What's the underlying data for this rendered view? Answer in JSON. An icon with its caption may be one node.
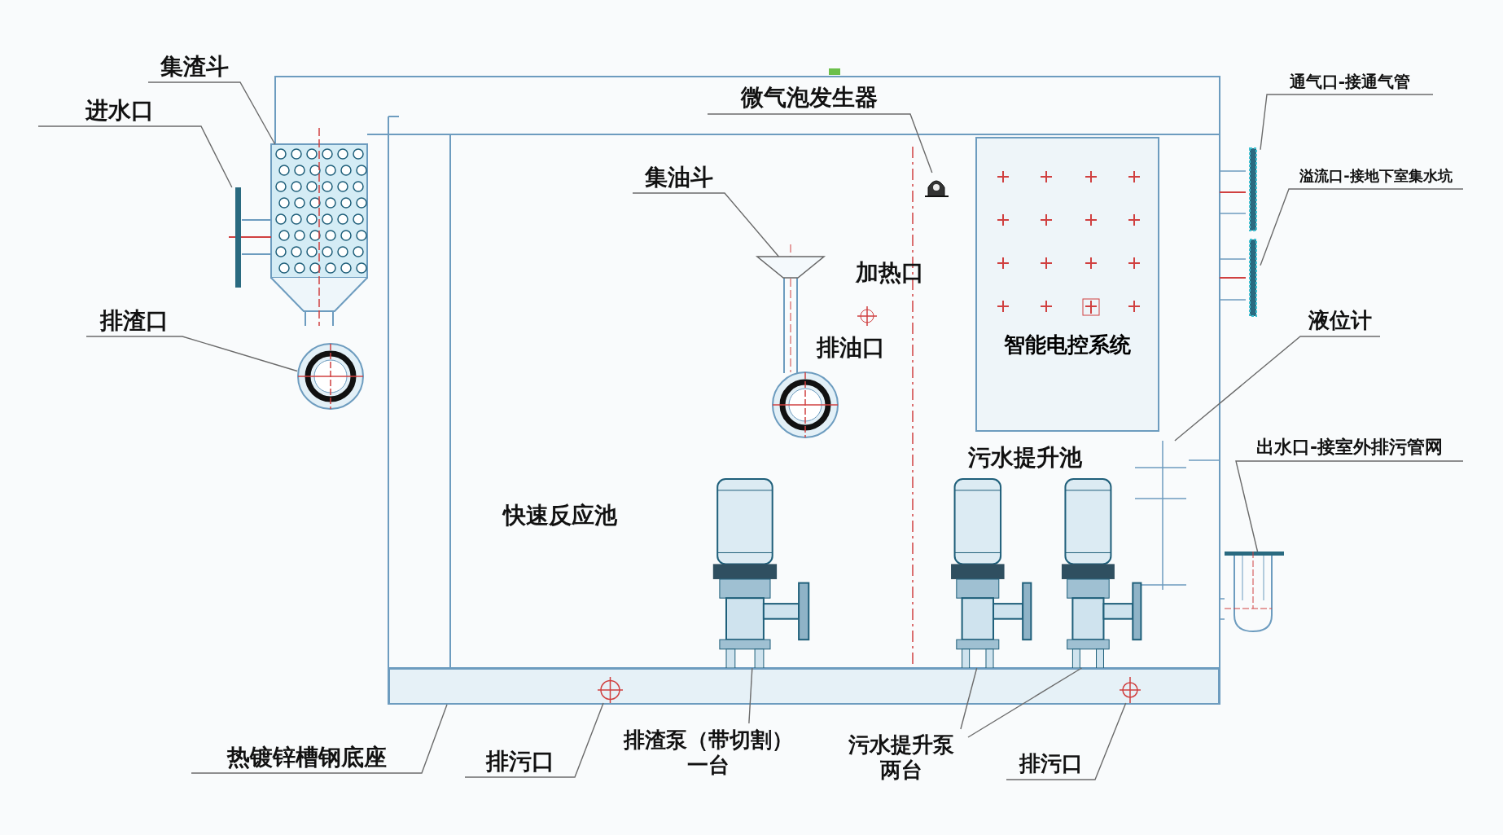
{
  "diagram": {
    "nodes": [
      {
        "text": [
          "集渣斗"
        ]
      },
      {
        "text": [],
        "shape": "picture"
      },
      {
        "text": [
          "进水口"
        ]
      },
      {
        "text": [],
        "shape": "picture"
      },
      {
        "text": [
          "微气泡发生器"
        ]
      },
      {
        "text": [],
        "shape": "picture"
      },
      {
        "text": [
          "通气口-接通气管"
        ]
      },
      {
        "text": [],
        "shape": "bar"
      },
      {
        "text": [
          "集油斗"
        ]
      },
      {
        "text": [],
        "shape": "picture"
      },
      {
        "text": [
          "溢流口-接地下室集水坑"
        ]
      },
      {
        "text": [],
        "shape": "bar"
      },
      {
        "text": [
          "排渣口"
        ]
      },
      {
        "text": [],
        "shape": "picture"
      },
      {
        "text": [
          "智能电控系统"
        ]
      },
      {
        "text": [
          "液位计"
        ]
      },
      {
        "text": [],
        "shape": "picture"
      },
      {
        "text": [
          "出水口-接室外排污管网"
        ]
      },
      {
        "text": [],
        "shape": "picture"
      },
      {
        "text": [],
        "shape": "picture"
      },
      {
        "text": [],
        "shape": "picture"
      },
      {
        "text": [],
        "shape": "picture"
      },
      {
        "text": [],
        "shape": "box"
      },
      {
        "text": [],
        "shape": "circle",
        "in": 22
      },
      {
        "text": [],
        "shape": "circle",
        "in": 22
      },
      {
        "text": [
          "热镀锌槽钢底座"
        ]
      },
      {
        "text": [
          "排污口"
        ]
      },
      {
        "text": [
          "排渣泵（带切割）",
          "一台"
        ]
      },
      {
        "text": [
          "污水提升泵",
          "两台"
        ]
      },
      {
        "text": [
          "排污口"
        ]
      }
    ],
    "edges": [
      {
        "from": 0,
        "to": 1,
        "arrow": "none"
      },
      {
        "from": 2,
        "to": 3,
        "arrow": "none"
      },
      {
        "from": 4,
        "to": 5,
        "arrow": "none"
      },
      {
        "from": 6,
        "to": 7,
        "arrow": "none"
      },
      {
        "from": 8,
        "to": 9,
        "arrow": "none"
      },
      {
        "from": 10,
        "to": 11,
        "arrow": "none"
      },
      {
        "from": 12,
        "to": 13,
        "arrow": "none"
      },
      {
        "from": 15,
        "to": 16,
        "arrow": "none"
      },
      {
        "from": 17,
        "to": 18,
        "arrow": "none"
      },
      {
        "from": 25,
        "to": 22,
        "arrow": "none"
      },
      {
        "from": 26,
        "to": 23,
        "arrow": "none"
      },
      {
        "from": 27,
        "to": 19,
        "arrow": "none"
      },
      {
        "from": 28,
        "to": 20,
        "arrow": "none"
      },
      {
        "from": 28,
        "to": 21,
        "arrow": "none"
      },
      {
        "from": 29,
        "to": 24,
        "arrow": "none"
      }
    ],
    "labels": [
      "加热口",
      "排油口",
      "快速反应池",
      "污水提升池"
    ]
  }
}
